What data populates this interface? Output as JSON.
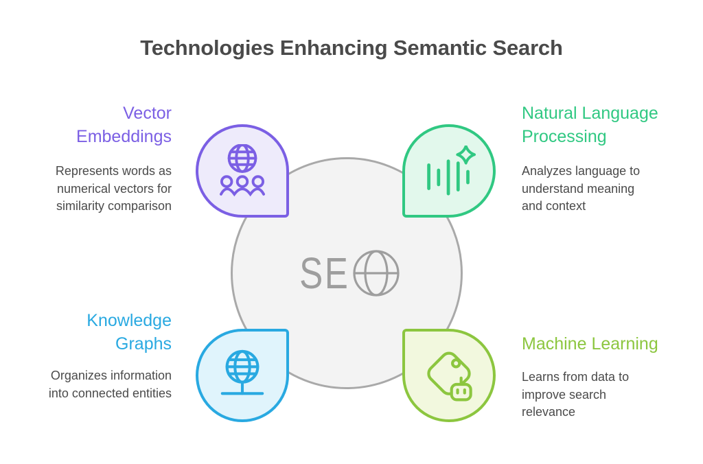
{
  "title": "Technologies Enhancing Semantic Search",
  "center": {
    "label": "SE",
    "icon": "globe-icon",
    "circle_fill": "#f3f3f3",
    "circle_stroke": "#a9a9a9",
    "mark_color": "#9e9e9e"
  },
  "quadrants": {
    "top_left": {
      "heading": "Vector\nEmbeddings",
      "description": "Represents words as\nnumerical vectors for\nsimilarity comparison",
      "accent_color": "#7b5fe4",
      "fill_color": "#eeebfb",
      "icon": "globe-people-icon"
    },
    "top_right": {
      "heading": "Natural Language\nProcessing",
      "description": "Analyzes language to\nunderstand meaning\nand context",
      "accent_color": "#30c882",
      "fill_color": "#e2f8ec",
      "icon": "waveform-sparkle-icon"
    },
    "bottom_left": {
      "heading": "Knowledge\nGraphs",
      "description": "Organizes information\ninto connected entities",
      "accent_color": "#29a9e1",
      "fill_color": "#e0f4fc",
      "icon": "globe-stand-icon"
    },
    "bottom_right": {
      "heading": "Machine Learning",
      "description": "Learns from data to\nimprove search\nrelevance",
      "accent_color": "#8cc63f",
      "fill_color": "#f2f8de",
      "icon": "tag-robot-icon"
    }
  },
  "text_color": "#4a4a4a"
}
